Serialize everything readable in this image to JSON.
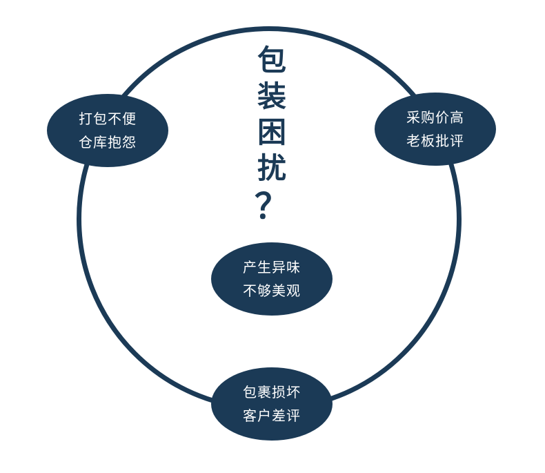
{
  "title": {
    "chars": [
      "包",
      "装",
      "困",
      "扰",
      "？"
    ]
  },
  "bubbles": [
    {
      "line1": "打包不便",
      "line2": "仓库抱怨"
    },
    {
      "line1": "采购价高",
      "line2": "老板批评"
    },
    {
      "line1": "产生异味",
      "line2": "不够美观"
    },
    {
      "line1": "包裹损坏",
      "line2": "客户差评"
    }
  ],
  "colors": {
    "primary": "#1b3a56",
    "text_on_primary": "#ffffff",
    "background": "#ffffff"
  }
}
